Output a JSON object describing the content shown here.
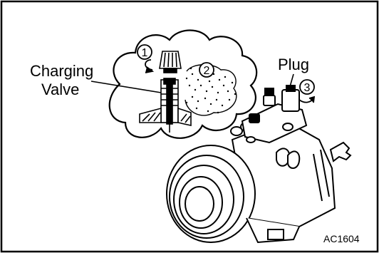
{
  "labels": {
    "charging_valve_line1": "Charging",
    "charging_valve_line2": "Valve",
    "plug": "Plug",
    "step1": "1",
    "step2": "2",
    "step3": "3",
    "figure_code": "AC1604"
  },
  "colors": {
    "ink": "#000000",
    "paper": "#ffffff",
    "border": "#000000"
  }
}
